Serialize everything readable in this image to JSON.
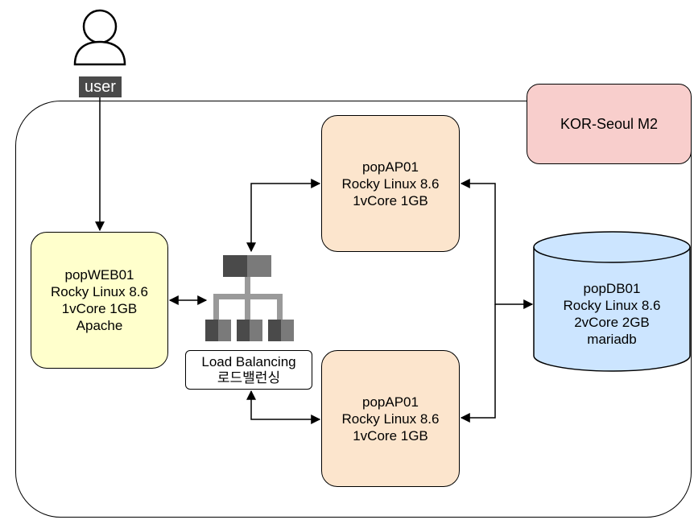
{
  "user": {
    "label": "user",
    "icon": "user-icon"
  },
  "region": {
    "label": "KOR-Seoul M2",
    "color": "#f8cecc"
  },
  "web": {
    "lines": [
      "popWEB01",
      "Rocky Linux 8.6",
      "1vCore 1GB",
      "Apache"
    ],
    "color": "#ffffcc"
  },
  "ap1": {
    "lines": [
      "popAP01",
      "Rocky Linux 8.6",
      "1vCore 1GB"
    ],
    "color": "#fce5cd"
  },
  "ap2": {
    "lines": [
      "popAP01",
      "Rocky Linux 8.6",
      "1vCore 1GB"
    ],
    "color": "#fce5cd"
  },
  "load_balancer": {
    "lines": [
      "Load Balancing",
      "로드밸런싱"
    ],
    "icon": "load-balancer-icon"
  },
  "db": {
    "lines": [
      "popDB01",
      "Rocky Linux 8.6",
      "2vCore 2GB",
      "mariadb"
    ],
    "color": "#cce5ff",
    "icon": "database-cylinder-icon"
  }
}
